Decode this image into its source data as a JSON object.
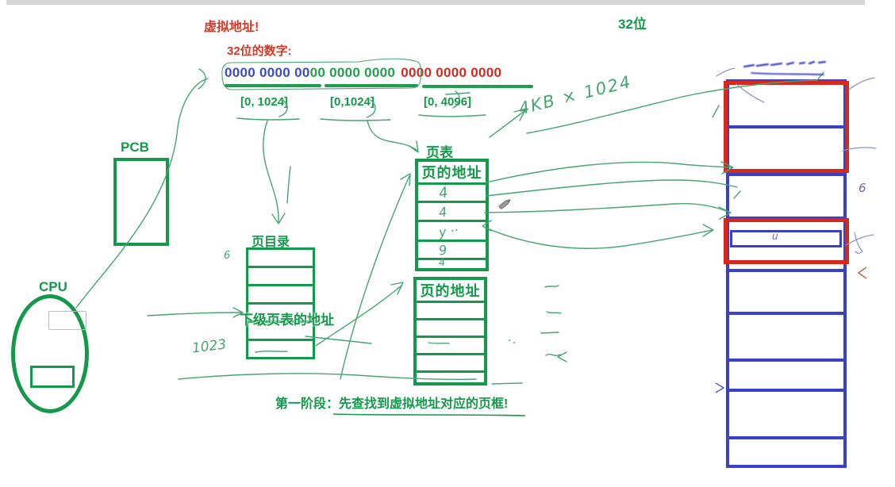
{
  "top": {
    "virtual_address": "虚拟地址!",
    "bits_number": "32位的数字:",
    "bits32": "32位"
  },
  "binary": {
    "blue_bits": "0000 0000 00",
    "green_bits": "00 0000 0000",
    "red_bits": "0000 0000 0000",
    "range1": "[0, 1024]",
    "range2": "[0,1024]",
    "range3": "[0, 4096]"
  },
  "pcb": {
    "label": "PCB"
  },
  "cpu": {
    "label": "CPU"
  },
  "page_directory": {
    "title": "页目录",
    "overlay": "下级页表的地址"
  },
  "page_table_upper": {
    "title": "页表",
    "header": "页的地址",
    "cells": [
      "4",
      "4",
      "y ··",
      "9",
      "4"
    ]
  },
  "page_table_lower": {
    "header": "页的地址"
  },
  "stage": {
    "prefix": "第一阶段：",
    "main": "先查找到虚拟地址对应的页框!"
  },
  "handwritten": {
    "size_calc": "4KB × 1024",
    "idx_1023": "1023",
    "six_left": "6",
    "six_right": "6",
    "u_mark": "u"
  },
  "colors": {
    "label_green": "#14994c",
    "label_red": "#d63825",
    "binary_blue": "#3a4cc2",
    "binary_green": "#1fa04e",
    "binary_red": "#d8281c",
    "memory_blue": "#3a41c4",
    "memory_red": "#d8281c",
    "hand_green": "#46a472"
  }
}
